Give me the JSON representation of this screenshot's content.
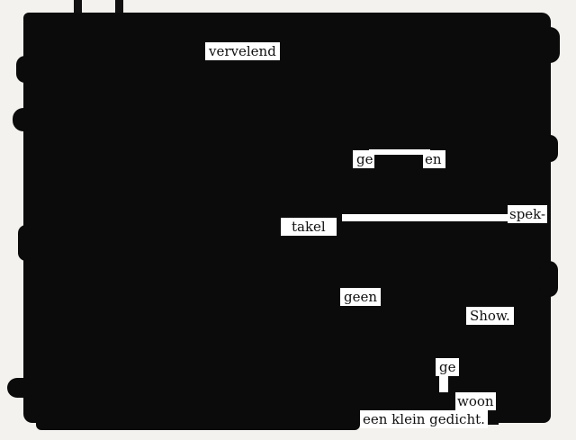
{
  "words": {
    "vervelend": "vervelend",
    "ge_left": "ge",
    "en_right": "en",
    "spek": "spek-",
    "takel": "takel",
    "geen": "geen",
    "show": "Show.",
    "ge": "ge",
    "woon": "woon",
    "ending": "een klein gedicht."
  },
  "colors": {
    "marker": "#0b0b0b",
    "paper": "#f3f2ee",
    "word_bg": "#ffffff"
  }
}
